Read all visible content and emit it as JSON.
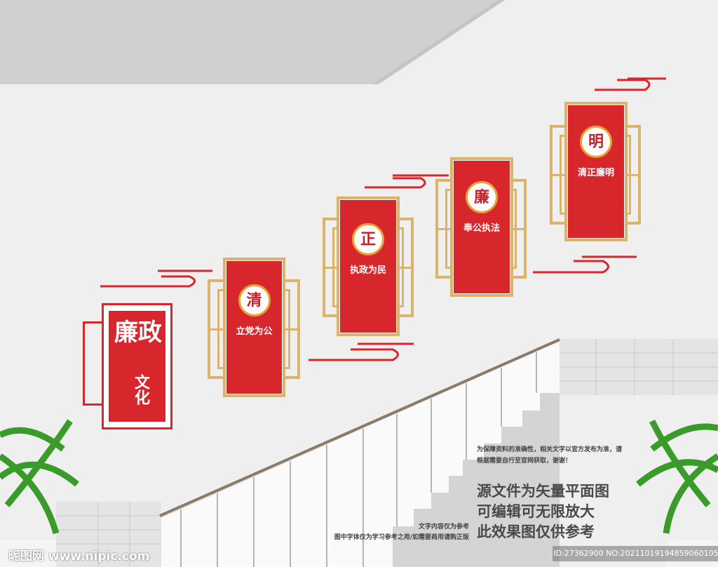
{
  "main_panel": {
    "title_line1": "廉政",
    "title_line2": "文化"
  },
  "panels": [
    {
      "badge": "清",
      "slogan": "立党为公"
    },
    {
      "badge": "正",
      "slogan": "执政为民"
    },
    {
      "badge": "廉",
      "slogan": "奉公执法"
    },
    {
      "badge": "明",
      "slogan": "清正廉明"
    }
  ],
  "colors": {
    "red": "#d7262c",
    "gold": "#d9b46a",
    "wall": "#efefef",
    "floor": "#d4d4d4"
  },
  "notices": {
    "accuracy_line1": "为保障资料的准确性，相关文字以官方发布为准，请",
    "accuracy_line2": "根据需要自行至官网获取，谢谢！",
    "big_line1": "源文件为矢量平面图",
    "big_line2": "可编辑可无限放大",
    "big_line3": "此效果图仅供参考",
    "small_line1": "文字内容仅为参考",
    "small_line2": "图中字体仅为学习参考之用/如需要商用请购正版"
  },
  "watermark": {
    "logo": "昵图网 www.nipic.com",
    "id": "ID:27362900 NO:20211019194859060105"
  }
}
